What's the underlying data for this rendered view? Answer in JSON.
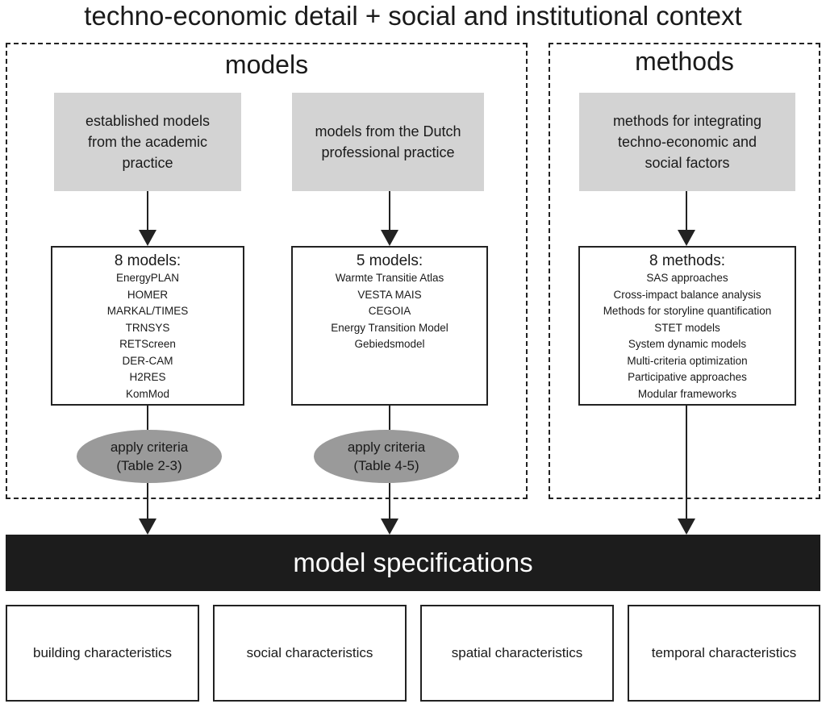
{
  "title": "techno-economic detail + social and institutional context",
  "models_section": {
    "title": "models",
    "academic": {
      "box_lines": [
        "established models",
        "from the academic",
        "practice"
      ],
      "list_title": "8 models:",
      "items": [
        "EnergyPLAN",
        "HOMER",
        "MARKAL/TIMES",
        "TRNSYS",
        "RETScreen",
        "DER-CAM",
        "H2RES",
        "KomMod"
      ],
      "criteria_lines": [
        "apply criteria",
        "(Table 2-3)"
      ]
    },
    "dutch": {
      "box_lines": [
        "models from the Dutch",
        "professional practice"
      ],
      "list_title": "5 models:",
      "items": [
        "Warmte Transitie Atlas",
        "VESTA MAIS",
        "CEGOIA",
        "Energy Transition Model",
        "Gebiedsmodel"
      ],
      "criteria_lines": [
        "apply criteria",
        "(Table 4-5)"
      ]
    }
  },
  "methods_section": {
    "title": "methods",
    "box_lines": [
      "methods for integrating",
      "techno-economic and",
      "social factors"
    ],
    "list_title": "8 methods:",
    "items": [
      "SAS approaches",
      "Cross-impact balance analysis",
      "Methods for storyline quantification",
      "STET models",
      "System dynamic models",
      "Multi-criteria optimization",
      "Participative approaches",
      "Modular frameworks"
    ]
  },
  "specifications": "model specifications",
  "characteristics": [
    "building characteristics",
    "social characteristics",
    "spatial characteristics",
    "temporal characteristics"
  ]
}
